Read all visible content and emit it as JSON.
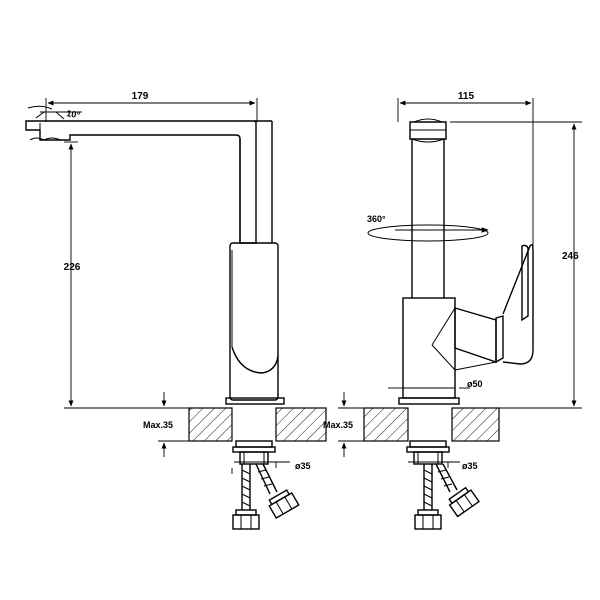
{
  "front_view": {
    "dim_reach": "179",
    "dim_angle": "10°",
    "dim_height": "226",
    "dim_max_thickness": "Max.35",
    "dim_hole": "ø35"
  },
  "side_view": {
    "dim_depth": "115",
    "dim_rotation": "360°",
    "dim_height": "246",
    "dim_base": "ø50",
    "dim_max_thickness": "Max.35",
    "dim_hole": "ø35"
  }
}
